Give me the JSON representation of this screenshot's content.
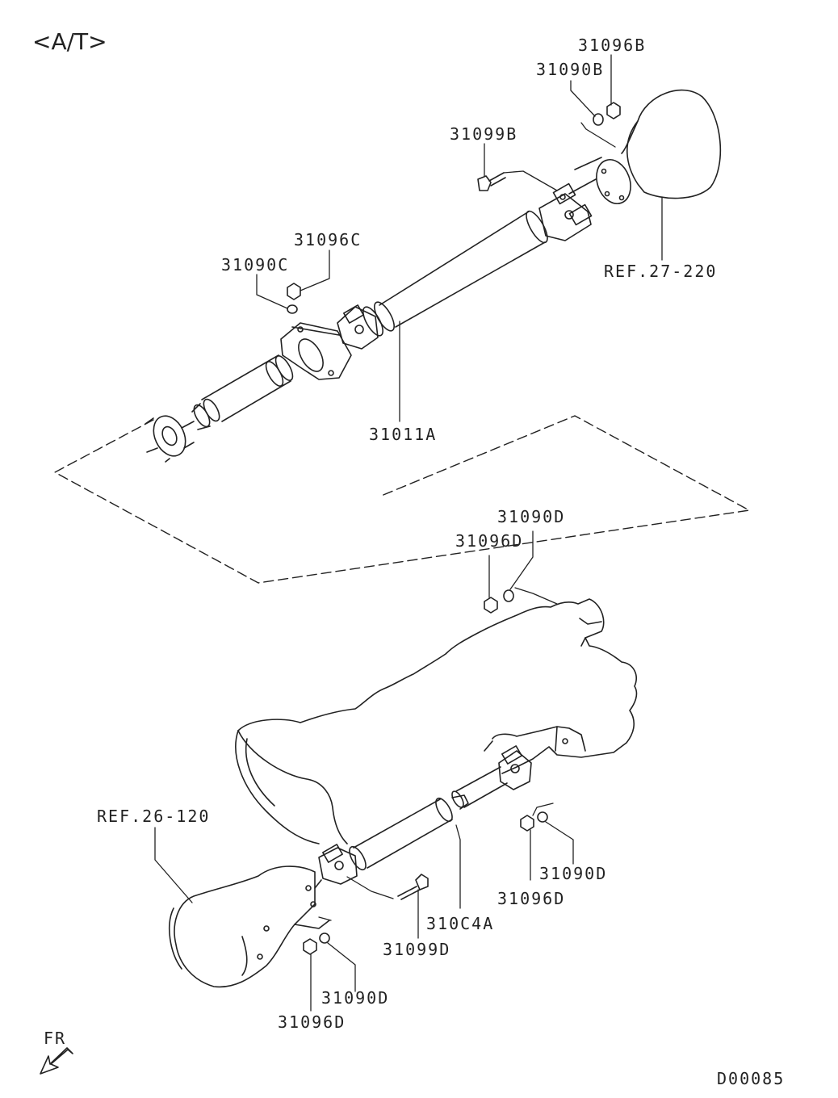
{
  "header": {
    "variant": "<A/T>"
  },
  "labels": {
    "p31096B": "31096B",
    "p31090B": "31090B",
    "p31099B": "31099B",
    "ref27_220": "REF.27-220",
    "p31096C": "31096C",
    "p31090C": "31090C",
    "p31011A": "31011A",
    "p31090D_top": "31090D",
    "p31096D_top": "31096D",
    "ref26_120": "REF.26-120",
    "p31090D_right": "31090D",
    "p31096D_right": "31096D",
    "p31064A": "310C4A",
    "p31099D": "31099D",
    "p31090D_bottom": "31090D",
    "p31096D_bottom": "31096D"
  },
  "footer": {
    "direction": "FR",
    "diagram_code": "D00085"
  }
}
